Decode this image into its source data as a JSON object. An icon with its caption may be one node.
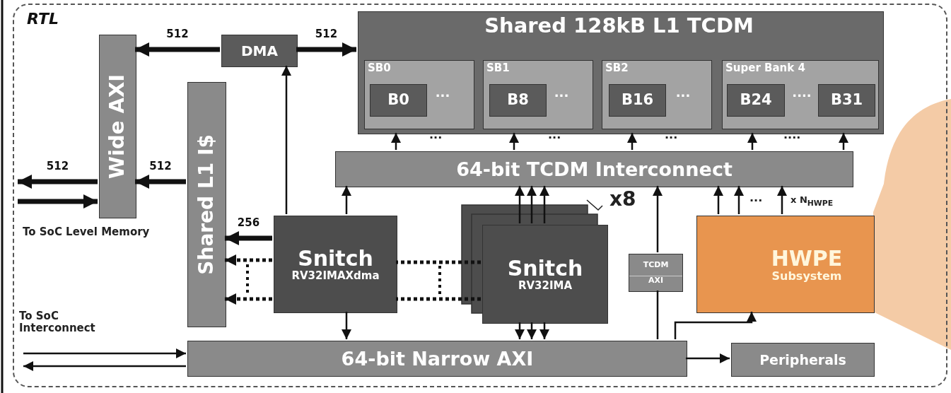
{
  "diagram": {
    "nodes": [
      {
        "text": [
          "RTL"
        ]
      },
      {
        "text": [
          "Wide AXI"
        ],
        "in": 0
      },
      {
        "text": [
          "DMA"
        ],
        "in": 0
      },
      {
        "text": [
          "Shared 128kB L1 TCDM"
        ],
        "in": 0
      },
      {
        "text": [
          "SB0",
          "···"
        ],
        "in": 3
      },
      {
        "text": [
          "B0"
        ],
        "in": 4
      },
      {
        "text": [
          "SB1",
          "···"
        ],
        "in": 3
      },
      {
        "text": [
          "B8"
        ],
        "in": 6
      },
      {
        "text": [
          "SB2",
          "···"
        ],
        "in": 3
      },
      {
        "text": [
          "B16"
        ],
        "in": 8
      },
      {
        "text": [
          "Super Bank 4",
          "····"
        ],
        "in": 3
      },
      {
        "text": [
          "B24"
        ],
        "in": 10
      },
      {
        "text": [
          "B31"
        ],
        "in": 10
      },
      {
        "text": [
          "Shared L1 I$"
        ],
        "in": 0
      },
      {
        "text": [
          "64-bit TCDM Interconnect"
        ],
        "in": 0
      },
      {
        "text": [
          "Snitch",
          "RV32IMAXdma"
        ],
        "in": 0
      },
      {
        "text": [
          "Snitch",
          "RV32IMA"
        ],
        "in": 0
      },
      {
        "text": [
          "TCDM",
          "AXI"
        ],
        "in": 0
      },
      {
        "text": [
          "HWPE",
          "Subsystem"
        ],
        "in": 0
      },
      {
        "text": [
          "64-bit Narrow AXI"
        ],
        "in": 0
      },
      {
        "text": [
          "Peripherals"
        ],
        "in": 0
      }
    ],
    "edges": [
      {
        "from": 2,
        "to": 1,
        "arrow": "to",
        "label": "512",
        "style": "thick"
      },
      {
        "from": 2,
        "to": 3,
        "arrow": "to",
        "label": "512",
        "style": "thick"
      },
      {
        "from": 15,
        "to": 2,
        "arrow": "to"
      },
      {
        "from": 13,
        "to": 1,
        "arrow": "to",
        "label": "512",
        "style": "thick"
      },
      {
        "from": 1,
        "to": null,
        "arrow": "to",
        "label": "512",
        "style": "thick"
      },
      {
        "from": null,
        "to": 1,
        "arrow": "to",
        "style": "thick"
      },
      {
        "from": 15,
        "to": 13,
        "arrow": "to",
        "label": "256",
        "style": "thick"
      },
      {
        "from": 15,
        "to": 13,
        "arrow": "to",
        "style": "dashed"
      },
      {
        "from": 15,
        "to": 13,
        "arrow": "to",
        "style": "dashed"
      },
      {
        "from": 14,
        "to": 3,
        "arrow": "to"
      },
      {
        "from": 14,
        "to": 3,
        "arrow": "to"
      },
      {
        "from": 14,
        "to": 3,
        "arrow": "to"
      },
      {
        "from": 14,
        "to": 3,
        "arrow": "to"
      },
      {
        "from": 14,
        "to": 3,
        "arrow": "to"
      },
      {
        "from": 15,
        "to": 14,
        "arrow": "to"
      },
      {
        "from": 16,
        "to": 14,
        "arrow": "to"
      },
      {
        "from": 16,
        "to": 14,
        "arrow": "to"
      },
      {
        "from": 16,
        "to": 14,
        "arrow": "to"
      },
      {
        "from": 19,
        "to": 17,
        "arrow": "none"
      },
      {
        "from": 17,
        "to": 14,
        "arrow": "to"
      },
      {
        "from": 18,
        "to": 14,
        "arrow": "to"
      },
      {
        "from": 18,
        "to": 14,
        "arrow": "to"
      },
      {
        "from": 18,
        "to": 14,
        "arrow": "to"
      },
      {
        "from": 15,
        "to": 19,
        "arrow": "to"
      },
      {
        "from": 16,
        "to": 19,
        "arrow": "to"
      },
      {
        "from": 16,
        "to": 19,
        "arrow": "to"
      },
      {
        "from": 16,
        "to": 19,
        "arrow": "to"
      },
      {
        "from": 19,
        "to": 18,
        "arrow": "to"
      },
      {
        "from": 19,
        "to": 20,
        "arrow": "to"
      },
      {
        "from": null,
        "to": 19,
        "arrow": "to"
      },
      {
        "from": 19,
        "to": null,
        "arrow": "to"
      },
      {
        "from": 16,
        "to": 15,
        "arrow": "none",
        "style": "dashed"
      },
      {
        "from": 16,
        "to": 15,
        "arrow": "none",
        "style": "dashed"
      }
    ],
    "labels": [
      "···",
      "···",
      "···",
      "····",
      "x8",
      "···",
      "x N$_{HWPE}$",
      "To SoC Level Memory",
      "To SoC Interconnect"
    ]
  }
}
